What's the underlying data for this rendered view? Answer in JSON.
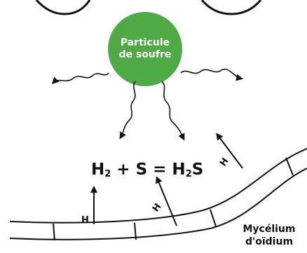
{
  "particle": {
    "line1": "Particule",
    "line2": "de soufre",
    "color": "#4fa945"
  },
  "equation": {
    "h": "H",
    "h_sub": "2",
    "plus_s": " + S = H",
    "h2s_sub": "2",
    "s": "S"
  },
  "h_labels": [
    "H",
    "H",
    "H"
  ],
  "mycelium": {
    "line1": "Mycélium",
    "line2": "d'oïdium"
  },
  "colors": {
    "stroke": "#111111",
    "background": "#ffffff"
  }
}
